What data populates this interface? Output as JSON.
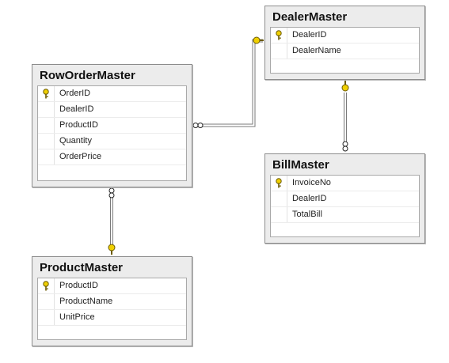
{
  "tables": {
    "row_order_master": {
      "title": "RowOrderMaster",
      "columns": [
        {
          "name": "OrderID",
          "primary_key": true
        },
        {
          "name": "DealerID",
          "primary_key": false
        },
        {
          "name": "ProductID",
          "primary_key": false
        },
        {
          "name": "Quantity",
          "primary_key": false
        },
        {
          "name": "OrderPrice",
          "primary_key": false
        }
      ]
    },
    "dealer_master": {
      "title": "DealerMaster",
      "columns": [
        {
          "name": "DealerID",
          "primary_key": true
        },
        {
          "name": "DealerName",
          "primary_key": false
        }
      ]
    },
    "bill_master": {
      "title": "BillMaster",
      "columns": [
        {
          "name": "InvoiceNo",
          "primary_key": true
        },
        {
          "name": "DealerID",
          "primary_key": false
        },
        {
          "name": "TotalBill",
          "primary_key": false
        }
      ]
    },
    "product_master": {
      "title": "ProductMaster",
      "columns": [
        {
          "name": "ProductID",
          "primary_key": true
        },
        {
          "name": "ProductName",
          "primary_key": false
        },
        {
          "name": "UnitPrice",
          "primary_key": false
        }
      ]
    }
  },
  "relationships": [
    {
      "from": "RowOrderMaster",
      "to": "DealerMaster",
      "many_side": "RowOrderMaster",
      "one_side": "DealerMaster"
    },
    {
      "from": "RowOrderMaster",
      "to": "ProductMaster",
      "many_side": "RowOrderMaster",
      "one_side": "ProductMaster"
    },
    {
      "from": "BillMaster",
      "to": "DealerMaster",
      "many_side": "BillMaster",
      "one_side": "DealerMaster"
    }
  ],
  "colors": {
    "table_header_bg": "#ececec",
    "table_border": "#8c8c8c",
    "key_icon": "#e0c400",
    "relationship_line": "#7a7a7a"
  }
}
